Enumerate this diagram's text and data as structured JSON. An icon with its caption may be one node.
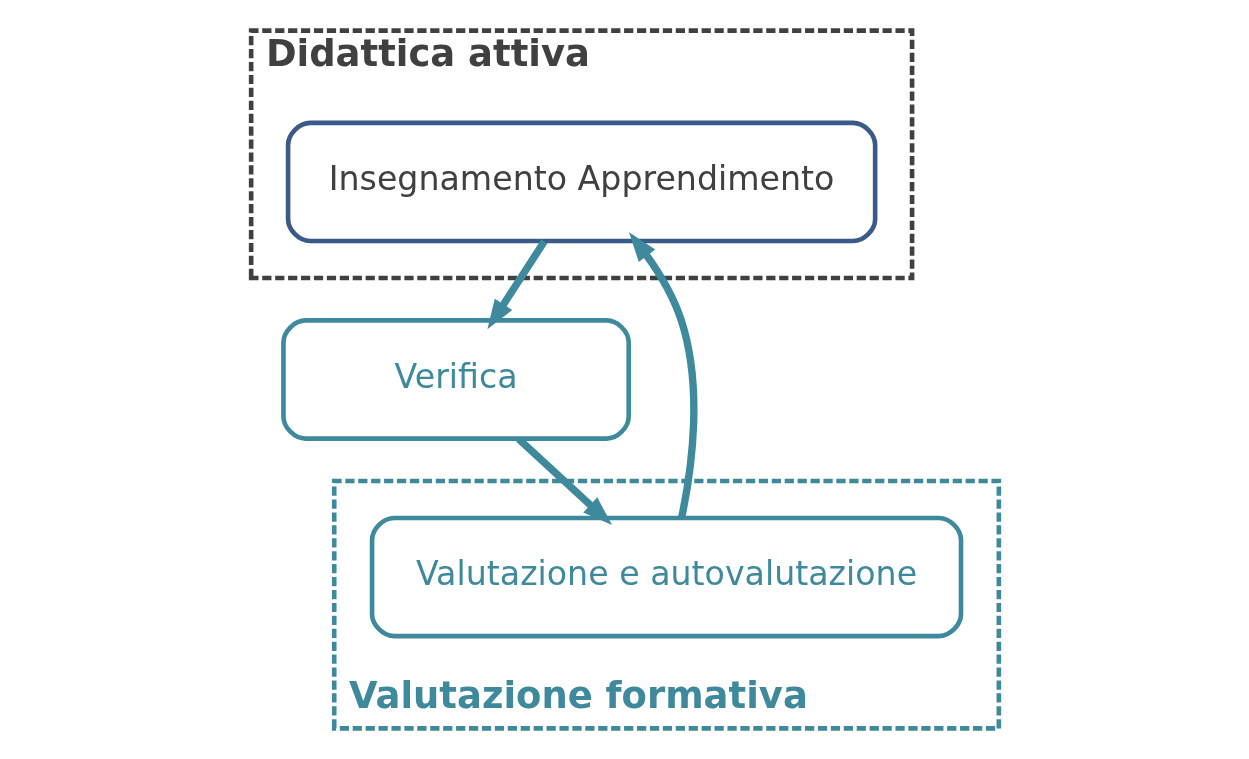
{
  "diagram": {
    "nodes": [
      {
        "text": [
          "Didattica attiva"
        ]
      },
      {
        "text": [
          "Insegnamento Apprendimento"
        ],
        "in": 0
      },
      {
        "text": [
          "Valutazione formativa"
        ]
      },
      {
        "text": [
          "Verifica"
        ]
      },
      {
        "text": [
          "Valutazione e autovalutazione"
        ],
        "in": 2
      }
    ],
    "edges": [
      {
        "from": 1,
        "to": 3,
        "arrow": "to"
      },
      {
        "from": 3,
        "to": 4,
        "arrow": "to"
      },
      {
        "from": 4,
        "to": 1,
        "arrow": "to"
      }
    ]
  }
}
